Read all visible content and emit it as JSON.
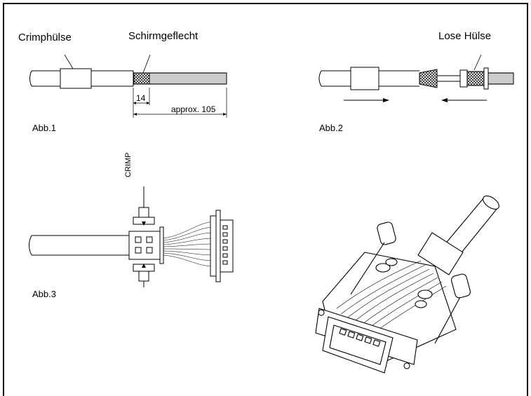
{
  "labels": {
    "crimp_sleeve": "Crimphülse",
    "shield_braid": "Schirmgeflecht",
    "loose_sleeve": "Lose Hülse",
    "dim_14": "14",
    "dim_105": "approx. 105",
    "fig1": "Abb.1",
    "fig2": "Abb.2",
    "fig3": "Abb.3",
    "crimp": "CRIMP"
  }
}
